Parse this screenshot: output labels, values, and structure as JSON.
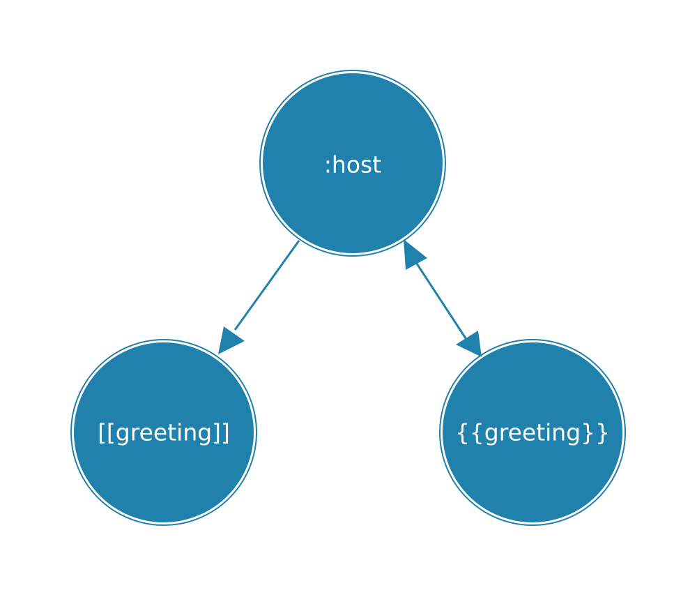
{
  "colors": {
    "node_fill": "#2181ad",
    "node_stroke": "#2181ad",
    "edge": "#2181ad",
    "background": "#ffffff",
    "label": "#ffffff"
  },
  "nodes": [
    {
      "id": "host",
      "label": ":host"
    },
    {
      "id": "one-way",
      "label": "[[greeting]]"
    },
    {
      "id": "two-way",
      "label": "{{greeting}}"
    }
  ],
  "edges": [
    {
      "from": "host",
      "to": "one-way",
      "direction": "one-way"
    },
    {
      "from": "host",
      "to": "two-way",
      "direction": "two-way"
    }
  ]
}
